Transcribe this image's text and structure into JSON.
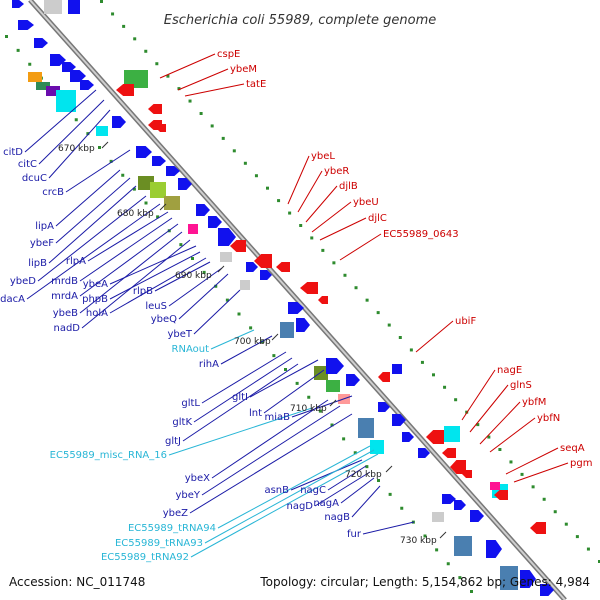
{
  "title": "Escherichia coli 55989, complete genome",
  "footer": {
    "accession": "Accession: NC_011748",
    "topology": "Topology: circular; Length: 5,154,862 bp; Genes: 4,984"
  },
  "colors": {
    "backbone": "#999999",
    "dots": "#2e8b2e",
    "forward_label": "#cc0000",
    "reverse_label": "#1a1aa6",
    "rna_label": "#29b6d6",
    "arrow_red": "#ee1111",
    "arrow_blue": "#1111ee"
  },
  "ticks": [
    "670 kbp",
    "680 kbp",
    "690 kbp",
    "700 kbp",
    "710 kbp",
    "720 kbp",
    "730 kbp"
  ],
  "labels_forward": [
    "cspE",
    "ybeM",
    "tatE",
    "ybeL",
    "ybeR",
    "djlB",
    "ybeU",
    "djlC",
    "EC55989_0643",
    "ubiF",
    "nagE",
    "glnS",
    "ybfM",
    "ybfN",
    "seqA",
    "pgm"
  ],
  "labels_reverse": [
    "citD",
    "citC",
    "dcuC",
    "crcB",
    "lipA",
    "ybeF",
    "lipB",
    "ybeD",
    "dacA",
    "rlpA",
    "mrdB",
    "mrdA",
    "ybeB",
    "nadD",
    "ybeA",
    "phpB",
    "holA",
    "rlpB",
    "leuS",
    "ybeQ",
    "ybeT",
    "rihA",
    "gltL",
    "gltK",
    "gltJ",
    "gltI",
    "lnt",
    "miaB",
    "ybeX",
    "ybeY",
    "ybeZ",
    "asnB",
    "nagC",
    "nagD",
    "nagA",
    "nagB",
    "fur"
  ],
  "labels_rna": [
    "RNAout",
    "EC55989_misc_RNA_16",
    "EC55989_tRNA94",
    "EC55989_tRNA93",
    "EC55989_tRNA92"
  ]
}
